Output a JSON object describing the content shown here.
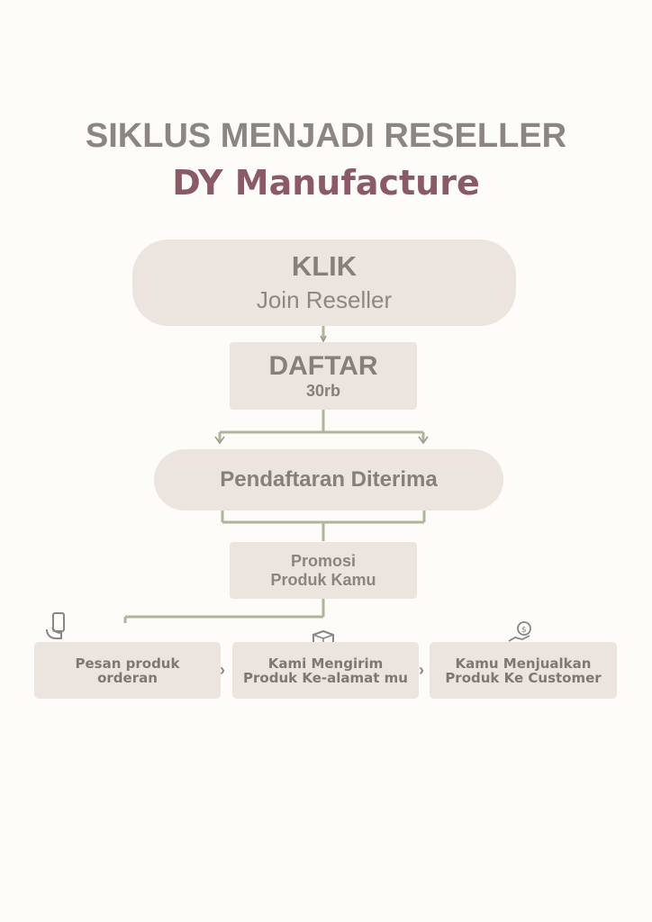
{
  "title": "SIKLUS MENJADI RESELLER",
  "subtitle": "DY Manufacture",
  "steps": {
    "klik": {
      "line1": "KLIK",
      "line2": "Join Reseller"
    },
    "daftar": {
      "line1": "DAFTAR",
      "line2": "30rb"
    },
    "diterima": {
      "line1": "Pendaftaran Diterima"
    },
    "promosi": {
      "line1": "Promosi",
      "line2": "Produk Kamu"
    },
    "pesan": {
      "line1": "Pesan produk",
      "line2": "orderan",
      "icon": "phone-hand-icon"
    },
    "kirim": {
      "line1": "Kami Mengirim",
      "line2": "Produk Ke-alamat mu",
      "icon": "box-icon"
    },
    "jual": {
      "line1": "Kamu Menjualkan",
      "line2": "Produk Ke Customer",
      "icon": "money-hand-icon"
    }
  },
  "colors": {
    "background": "#fdfcf8",
    "box": "#ebe4df",
    "text": "#8c8582",
    "accent": "#8a5a66",
    "connector": "#b4b29a"
  }
}
